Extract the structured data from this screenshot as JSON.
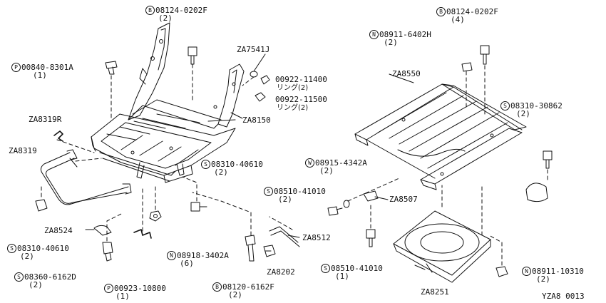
{
  "diagram_code": "YZA8 0013",
  "parts": {
    "b_top_left": {
      "prefix": "B",
      "code": "08124-0202F",
      "qty": "(2)"
    },
    "p_top_left": {
      "prefix": "P",
      "code": "00840-8301A",
      "qty": "(1)"
    },
    "za7541j": {
      "code": "ZA7541J"
    },
    "n922_11400": {
      "code": "00922-11400",
      "note": "リング(2)"
    },
    "n922_11500": {
      "code": "00922-11500",
      "note": "リング(2)"
    },
    "za8150": {
      "code": "ZA8150"
    },
    "za8319r": {
      "code": "ZA8319R"
    },
    "za8319": {
      "code": "ZA8319"
    },
    "s_40610_mid": {
      "prefix": "S",
      "code": "08310-40610",
      "qty": "(2)"
    },
    "s_40610_left": {
      "prefix": "S",
      "code": "08310-40610",
      "qty": "(2)"
    },
    "za8524": {
      "code": "ZA8524"
    },
    "s_6162d": {
      "prefix": "S",
      "code": "08360-6162D",
      "qty": "(2)"
    },
    "p_10800": {
      "prefix": "P",
      "code": "00923-10800",
      "qty": "(1)"
    },
    "n_3402a": {
      "prefix": "N",
      "code": "08918-3402A",
      "qty": "(6)"
    },
    "b_6162f": {
      "prefix": "B",
      "code": "08120-6162F",
      "qty": "(2)"
    },
    "za8202": {
      "code": "ZA8202"
    },
    "za8512": {
      "code": "ZA8512"
    },
    "b_top_right": {
      "prefix": "B",
      "code": "08124-0202F",
      "qty": "(4)"
    },
    "n_6402h": {
      "prefix": "N",
      "code": "08911-6402H",
      "qty": "(2)"
    },
    "za8550": {
      "code": "ZA8550"
    },
    "s_30862": {
      "prefix": "S",
      "code": "08310-30862",
      "qty": "(2)"
    },
    "w_4342a": {
      "prefix": "W",
      "code": "08915-4342A",
      "qty": "(2)"
    },
    "s_41010_top": {
      "prefix": "S",
      "code": "08510-41010",
      "qty": "(2)"
    },
    "za8507": {
      "code": "ZA8507"
    },
    "s_41010_bot": {
      "prefix": "S",
      "code": "08510-41010",
      "qty": "(1)"
    },
    "za8251": {
      "code": "ZA8251"
    },
    "n_10310": {
      "prefix": "N",
      "code": "08911-10310",
      "qty": "(2)"
    }
  }
}
